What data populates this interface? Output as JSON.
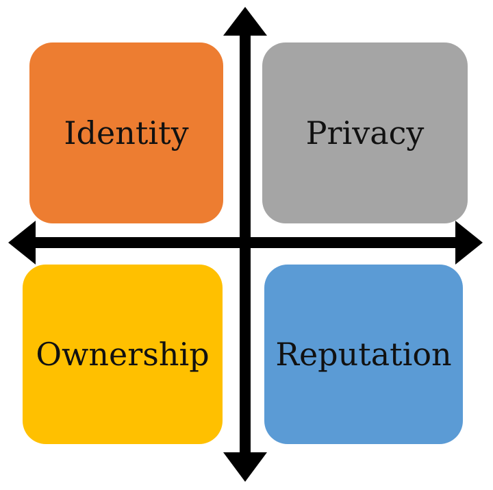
{
  "quadrants": [
    {
      "label": "Identity",
      "color": "#ED7D31"
    },
    {
      "label": "Privacy",
      "color": "#A5A5A5"
    },
    {
      "label": "Ownership",
      "color": "#FFC000"
    },
    {
      "label": "Reputation",
      "color": "#5B9BD5"
    }
  ]
}
